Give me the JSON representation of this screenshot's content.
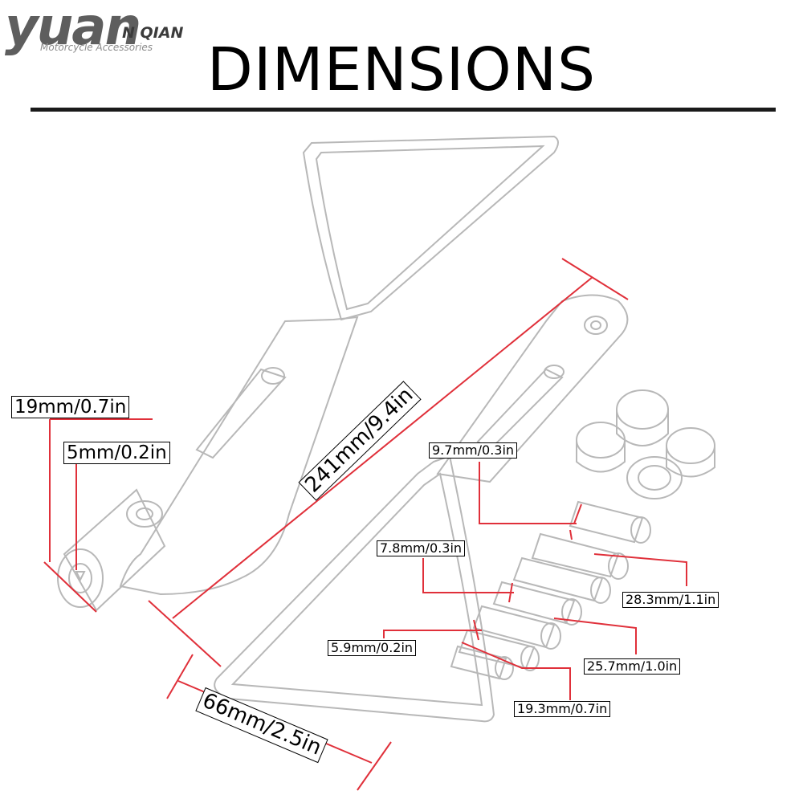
{
  "brand": {
    "logo_text": "yuan",
    "name": "N QIAN",
    "tagline": "Motorcycle Accessories"
  },
  "title": "DIMENSIONS",
  "colors": {
    "dimension_line": "#e0303a",
    "outline": "#b8b8b8",
    "text": "#000000"
  },
  "dimensions": {
    "overall_length": "241mm/9.4in",
    "mirror_width": "66mm/2.5in",
    "base_diameter": "19mm/0.7in",
    "hole_diameter": "5mm/0.2in",
    "bolt_a_diameter": "9.7mm/0.3in",
    "bolt_b_diameter": "7.8mm/0.3in",
    "bolt_c_diameter": "5.9mm/0.2in",
    "bolt_a_length": "28.3mm/1.1in",
    "bolt_b_length": "25.7mm/1.0in",
    "bolt_c_length": "19.3mm/0.7in"
  }
}
